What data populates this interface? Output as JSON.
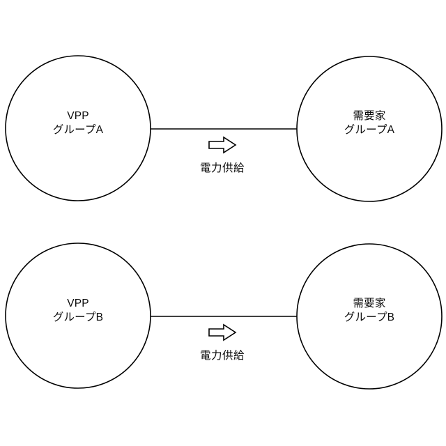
{
  "diagram": {
    "title": "VPP group to consumer group power supply diagram",
    "background_color": "#ffffff",
    "stroke_color": "#000000",
    "text_color": "#0b0b0b",
    "rows": [
      {
        "id": "row-a",
        "source": {
          "name": "vpp-group-a",
          "line1": "VPP",
          "line2": "グループA"
        },
        "target": {
          "name": "consumer-group-a",
          "line1": "需要家",
          "line2": "グループA"
        },
        "edge": {
          "label": "電力供給",
          "arrow_direction": "right",
          "arrow_style": "hollow-block-arrow"
        }
      },
      {
        "id": "row-b",
        "source": {
          "name": "vpp-group-b",
          "line1": "VPP",
          "line2": "グループB"
        },
        "target": {
          "name": "consumer-group-b",
          "line1": "需要家",
          "line2": "グループB"
        },
        "edge": {
          "label": "電力供給",
          "arrow_direction": "right",
          "arrow_style": "hollow-block-arrow"
        }
      }
    ]
  }
}
